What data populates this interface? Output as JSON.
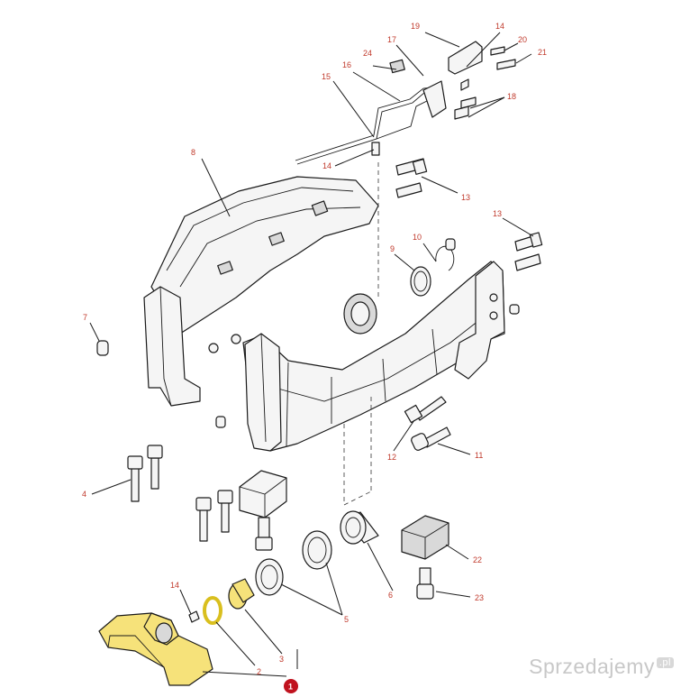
{
  "diagram": {
    "callouts": {
      "c1": "1",
      "c2": "2",
      "c3": "3",
      "c4": "4",
      "c5": "5",
      "c6": "6",
      "c7": "7",
      "c8": "8",
      "c9": "9",
      "c10": "10",
      "c11": "11",
      "c12": "12",
      "c13a": "13",
      "c13b": "13",
      "c14a": "14",
      "c14b": "14",
      "c14c": "14",
      "c15": "15",
      "c16": "16",
      "c17": "17",
      "c18": "18",
      "c19": "19",
      "c20": "20",
      "c21": "21",
      "c22": "22",
      "c23": "23",
      "c24": "24"
    },
    "highlight_color": "#f6e27a",
    "callout_color": "#c0392b"
  },
  "watermark": {
    "text": "Sprzedajemy",
    "suffix": ".pl"
  }
}
